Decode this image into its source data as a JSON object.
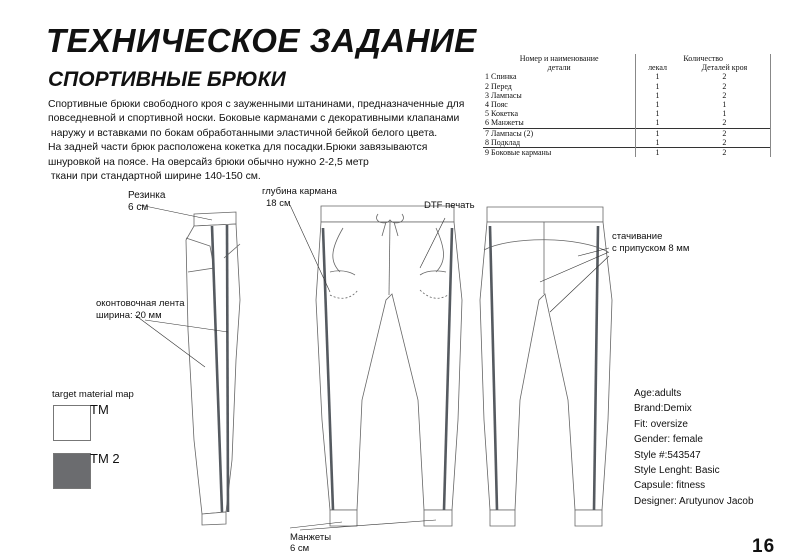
{
  "title": "ТЕХНИЧЕСКОЕ ЗАДАНИЕ",
  "subtitle": "СПОРТИВНЫЕ БРЮКИ",
  "description": [
    "Спортивные брюки свободного кроя с зауженными штанинами, предназначенные для",
    "повседневной и спортивной носки. Боковые карманами с декоративными клапанами",
    " наружу и вставками по бокам обработанными эластичной бейкой белого цвета.",
    "На задней части брюк расположена кокетка для посадки.Брюки завязываются",
    "шнуровкой на поясе. На оверсайз брюки обычно нужно 2-2,5 метр",
    " ткани при стандартной ширине 140-150 см."
  ],
  "parts_table": {
    "header_name": [
      "Номер и наименование",
      "детали"
    ],
    "header_qty": "Количество",
    "header_patterns": "лекал",
    "header_cut": "Деталей кроя",
    "rows": [
      {
        "name": "1 Спинка",
        "patterns": "1",
        "cut": "2"
      },
      {
        "name": "2 Перед",
        "patterns": "1",
        "cut": "2"
      },
      {
        "name": "3 Лампасы",
        "patterns": "1",
        "cut": "2"
      },
      {
        "name": "4 Пояс",
        "patterns": "1",
        "cut": "1"
      },
      {
        "name": "5 Кокетка",
        "patterns": "1",
        "cut": "1"
      },
      {
        "name": "6 Манжеты",
        "patterns": "1",
        "cut": "2"
      },
      {
        "name": "7 Лампасы (2)",
        "patterns": "1",
        "cut": "2"
      },
      {
        "name": "8 Подклад",
        "patterns": "1",
        "cut": "2"
      },
      {
        "name": "9  Боковые карманы",
        "patterns": "1",
        "cut": "2"
      }
    ]
  },
  "annotations": {
    "elastic": [
      "Резинка",
      "6 см"
    ],
    "pocket_depth": [
      "глубина кармана",
      "18 см"
    ],
    "print": "DTF печать",
    "stitching": [
      "стачивание",
      "с припуском 8 мм"
    ],
    "tape": [
      "оконтовочная лента",
      "ширина: 20 мм"
    ],
    "cuffs": [
      "Манжеты",
      "6 см"
    ]
  },
  "material_map": {
    "title": "target material map",
    "items": [
      {
        "label": "TM",
        "color": "#ffffff"
      },
      {
        "label": "TM 2",
        "color": "#6b6c6f"
      }
    ]
  },
  "info": [
    "Age:adults",
    "Brand:Demix",
    "Fit: oversize",
    "Gender: female",
    "Style #:543547",
    "Style Lenght: Basic",
    "Capsule: fitness",
    "Designer: Arutyunov Jacob"
  ],
  "page_number": "16",
  "colors": {
    "stripe": "#555a60",
    "outline": "#555"
  }
}
